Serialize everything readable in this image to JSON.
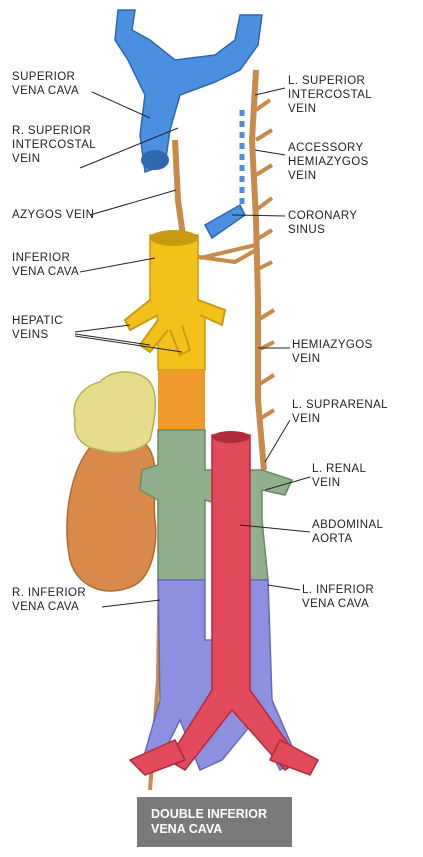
{
  "colors": {
    "superior_vena_cava": "#4a8fe0",
    "inferior_vena_cava_upper": "#f2c21a",
    "inferior_vena_cava_mid": "#ef9a2a",
    "renal_segment": "#8fb08a",
    "lower_venous": "#8d8fe0",
    "aorta": "#e04a5a",
    "azygos_system": "#c98a4a",
    "kidney": "#d98a4a",
    "suprarenal": "#e6dc8a"
  },
  "labels": {
    "superior_vena_cava": [
      "SUPERIOR",
      "VENA CAVA"
    ],
    "r_superior_intercostal_vein": [
      "R. SUPERIOR",
      "INTERCOSTAL",
      "VEIN"
    ],
    "azygos_vein": [
      "AZYGOS VEIN"
    ],
    "inferior_vena_cava": [
      "INFERIOR",
      "VENA CAVA"
    ],
    "hepatic_veins": [
      "HEPATIC",
      "VEINS"
    ],
    "r_inferior_vena_cava": [
      "R. INFERIOR",
      "VENA CAVA"
    ],
    "l_superior_intercostal_vein": [
      "L. SUPERIOR",
      "INTERCOSTAL",
      "VEIN"
    ],
    "accessory_hemiazygos_vein": [
      "ACCESSORY",
      "HEMIAZYGOS",
      "VEIN"
    ],
    "coronary_sinus": [
      "CORONARY",
      "SINUS"
    ],
    "hemiazygos_vein": [
      "HEMIAZYGOS",
      "VEIN"
    ],
    "l_suprarenal_vein": [
      "L. SUPRARENAL",
      "VEIN"
    ],
    "l_renal_vein": [
      "L. RENAL",
      "VEIN"
    ],
    "abdominal_aorta": [
      "ABDOMINAL",
      "AORTA"
    ],
    "l_inferior_vena_cava": [
      "L. INFERIOR",
      "VENA CAVA"
    ]
  },
  "caption": [
    "DOUBLE INFERIOR",
    "VENA CAVA"
  ]
}
